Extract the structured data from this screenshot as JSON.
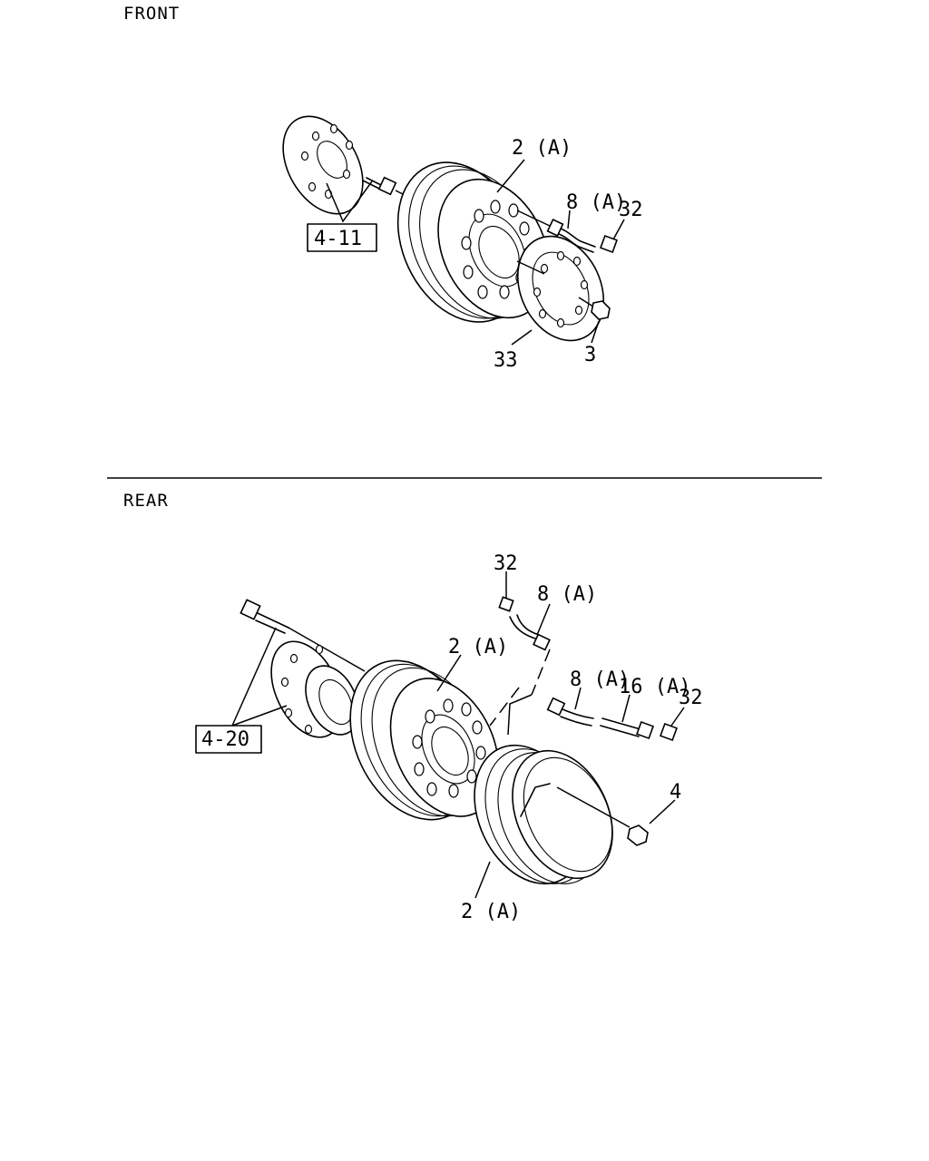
{
  "sections": {
    "front": "FRONT",
    "rear": "REAR"
  },
  "front": {
    "wheel": "2 (A)",
    "valve": "8 (A)",
    "cap": "32",
    "ref_box": "4-11",
    "plate": "33",
    "nut": "3"
  },
  "rear": {
    "cap": "32",
    "valve_upper": "8 (A)",
    "wheel_inner": "2 (A)",
    "valve_lower": "8 (A)",
    "extension": "16 (A)",
    "cap_right": "32",
    "ref_box": "4-20",
    "nut": "4",
    "wheel_outer": "2 (A)"
  },
  "colors": {
    "line": "#000000",
    "background": "#ffffff"
  }
}
